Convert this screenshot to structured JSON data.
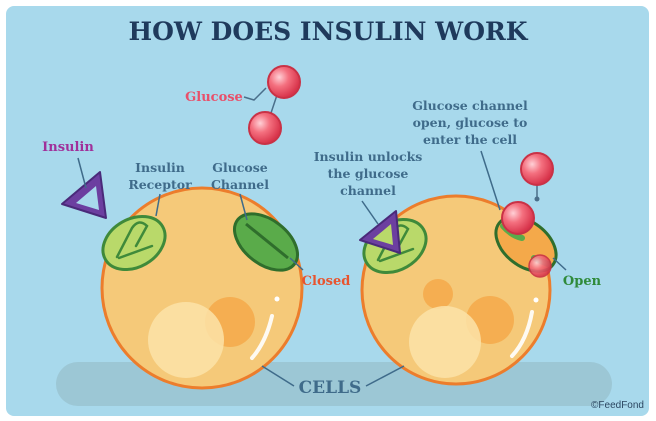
{
  "diagram": {
    "title": "HOW DOES INSULIN WORK",
    "labels": {
      "insulin": "Insulin",
      "glucose": "Glucose",
      "insulin_receptor_line1": "Insulin",
      "insulin_receptor_line2": "Receptor",
      "glucose_channel_line1": "Glucose",
      "glucose_channel_line2": "Channel",
      "closed": "Closed",
      "insulin_unlocks_line1": "Insulin unlocks",
      "insulin_unlocks_line2": "the glucose",
      "insulin_unlocks_line3": "channel",
      "channel_open_line1": "Glucose channel",
      "channel_open_line2": "open, glucose to",
      "channel_open_line3": "enter the cell",
      "open": "Open",
      "cells": "CELLS"
    },
    "credit": "©FeedFond",
    "colors": {
      "background": "#a8d9ec",
      "title": "#1f3a5c",
      "label": "#3f6b8a",
      "insulin": "#a0309a",
      "glucose_label": "#e8506a",
      "closed": "#e8542e",
      "open": "#2f8a3a",
      "cells": "#3f6b8a",
      "cell_fill": "#f5c979",
      "cell_outline": "#ec7d2c",
      "glucose_ball": "#ef4f62",
      "receptor": "#b9d96a",
      "channel": "#3f9a3f",
      "insulin_shape": "#6c3fa0",
      "base": "#9cc7d5"
    }
  }
}
